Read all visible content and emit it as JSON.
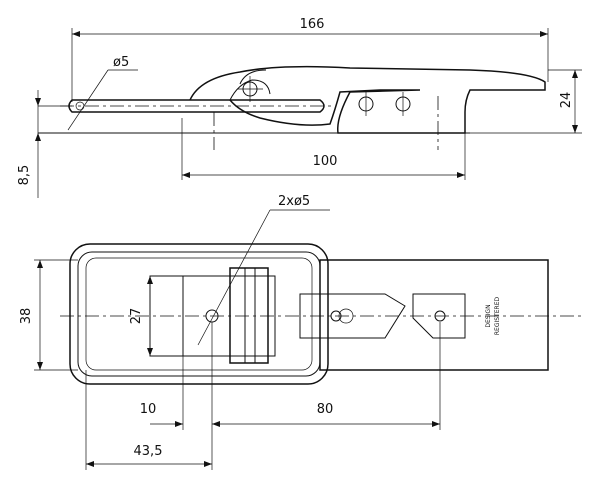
{
  "dimensions": {
    "top_total_length": "166",
    "top_hole_dia": "ø5",
    "top_height": "24",
    "top_offset": "8,5",
    "top_span": "100",
    "bottom_holes": "2xø5",
    "bottom_width": "38",
    "bottom_inner_width": "27",
    "bottom_offset": "10",
    "bottom_span": "80",
    "bottom_base": "43,5"
  },
  "labels": {
    "design_line1": "DESIGN",
    "design_line2": "REGISTERED"
  }
}
